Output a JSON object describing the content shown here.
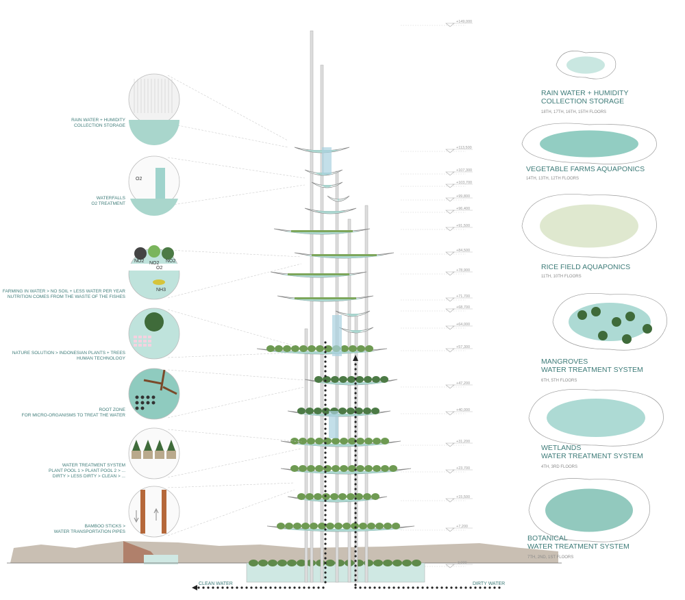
{
  "left_labels": [
    {
      "line1": "RAIN WATER + HUMIDITY",
      "line2": "COLLECTION STORAGE",
      "line3": ""
    },
    {
      "line1": "WATERFALLS",
      "line2": "O2 TREATMENT",
      "line3": ""
    },
    {
      "line1": "FARMING IN WATER >  NO SOIL + LESS WATER PER YEAR",
      "line2": "NUTRITION COMES FROM THE WASTE OF THE FISHES",
      "line3": ""
    },
    {
      "line1": "NATURE SOLUTION > INDONESIAN PLANTS + TREES",
      "line2": "HUMAN TECHNOLOGY",
      "line3": ""
    },
    {
      "line1": "ROOT ZONE",
      "line2": "FOR MICRO-ORGANISMS TO TREAT THE WATER",
      "line3": ""
    },
    {
      "line1": "WATER TREATMENT SYSTEM",
      "line2": "PLANT POOL 1 > PLANT POOL 2 > ...",
      "line3": "DIRTY >  LESS DIRTY > CLEAN > ..."
    },
    {
      "line1": "BAMBOO STICKS >",
      "line2": "WATER TRANSPORTATION PIPES",
      "line3": ""
    }
  ],
  "circle_text": {
    "o2": "O2",
    "no2": "NO2",
    "nh3": "NH3"
  },
  "right_labels": [
    {
      "title1": "RAIN WATER + HUMIDITY",
      "title2": "COLLECTION STORAGE",
      "floors": "18TH, 17TH, 16TH, 15TH FLOORS"
    },
    {
      "title1": "VEGETABLE FARMS AQUAPONICS",
      "title2": "",
      "floors": "14TH, 13TH, 12TH FLOORS"
    },
    {
      "title1": "RICE FIELD AQUAPONICS",
      "title2": "",
      "floors": "11TH, 10TH FLOORS"
    },
    {
      "title1": "MANGROVES",
      "title2": "WATER TREATMENT SYSTEM",
      "floors": "6TH, 5TH FLOORS"
    },
    {
      "title1": "WETLANDS",
      "title2": "WATER TREATMENT SYSTEM",
      "floors": "4TH, 3RD FLOORS"
    },
    {
      "title1": "BOTANICAL",
      "title2": "WATER TREATMENT SYSTEM",
      "floors": "7TH, 2ND, 1ST FLOORS"
    }
  ],
  "elevations": [
    "+149,000",
    "+113,500",
    "+107,300",
    "+103,700",
    "+99,800",
    "+96,400",
    "+91,500",
    "+84,500",
    "+78,900",
    "+71,700",
    "+68,700",
    "+64,000",
    "+57,300",
    "+47,200",
    "+40,000",
    "+31,200",
    "+23,700",
    "+15,500",
    "+7,200",
    "-3,000"
  ],
  "flows": {
    "clean": "CLEAN WATER",
    "dirty": "DIRTY WATER"
  },
  "colors": {
    "text": "#3d7b78",
    "water": "#9fd3cc",
    "tree": "#3f6b3a",
    "earth": "#9a7a5e"
  }
}
